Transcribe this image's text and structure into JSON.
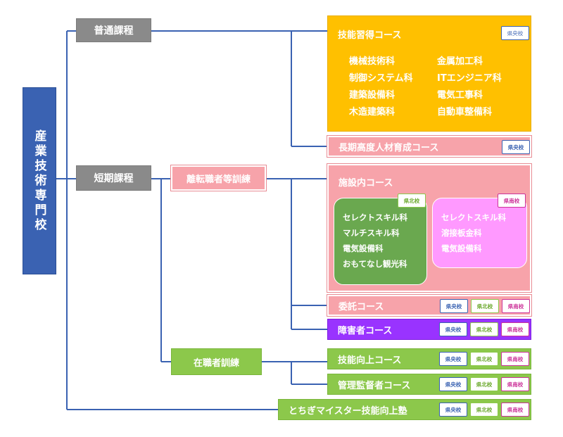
{
  "root": {
    "label": "産業技術専門校"
  },
  "categories": {
    "futsu": "普通課程",
    "tanki": "短期課程"
  },
  "training": {
    "riten": "離転職者等訓練",
    "zaishoku": "在職者訓練"
  },
  "courses": {
    "ginou_shuutoku": {
      "title": "技能習得コース",
      "badge": "県央校",
      "col1": [
        "機械技術科",
        "制御システム科",
        "建築設備科",
        "木造建築科"
      ],
      "col2": [
        "金属加工科",
        "ITエンジニア科",
        "電気工事科",
        "自動車整備科"
      ]
    },
    "chouki": {
      "title": "長期高度人材育成コース",
      "badge": "県央校"
    },
    "shisetsunai": {
      "title": "施設内コース",
      "north": {
        "badge": "県北校",
        "items": [
          "セレクトスキル科",
          "マルチスキル科",
          "電気設備科",
          "おもてなし観光科"
        ]
      },
      "south": {
        "badge": "県南校",
        "items": [
          "セレクトスキル科",
          "溶接板金科",
          "電気設備科"
        ]
      }
    },
    "itaku": {
      "title": "委託コース"
    },
    "shougaisha": {
      "title": "障害者コース"
    },
    "ginou_koujou": {
      "title": "技能向上コース"
    },
    "kanri": {
      "title": "管理監督者コース"
    },
    "meister": {
      "title": "とちぎマイスター技能向上塾"
    }
  },
  "badges": {
    "central": "県央校",
    "north": "県北校",
    "south": "県南校"
  },
  "colors": {
    "line": "#3a62b2",
    "orange": "#ffc000",
    "pink": "#f7a3aa",
    "green": "#8cc84b",
    "purple": "#9933ff",
    "gray": "#8a8a8a"
  }
}
